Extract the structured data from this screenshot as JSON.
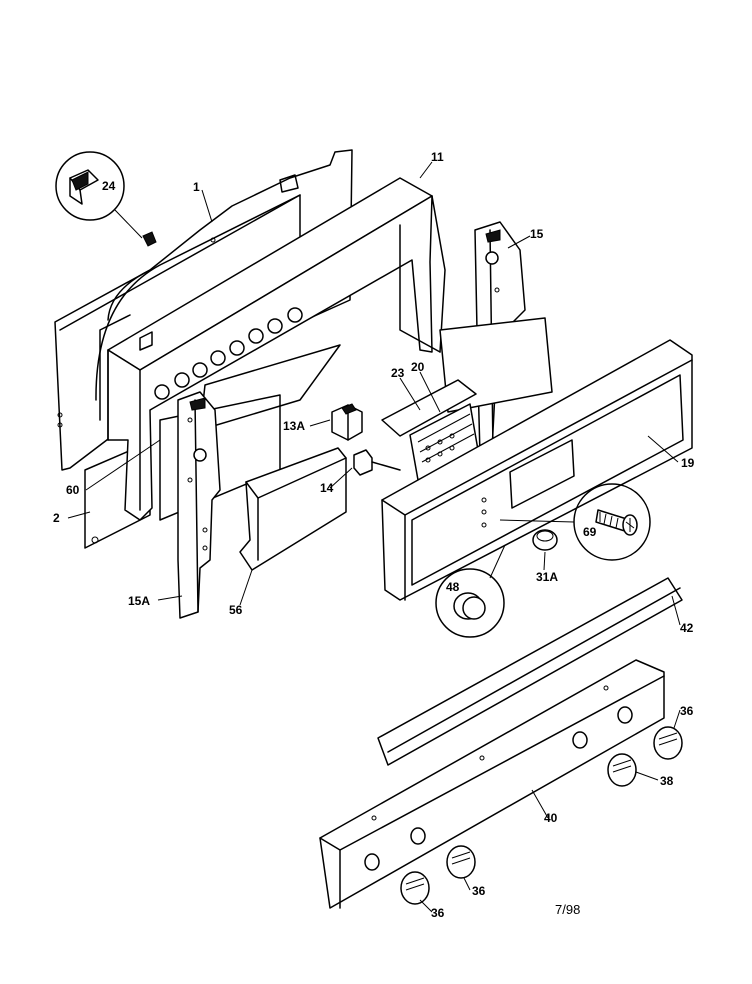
{
  "callouts": {
    "c1": "1",
    "c2": "2",
    "c11": "11",
    "c13A": "13A",
    "c14": "14",
    "c15": "15",
    "c15A": "15A",
    "c19": "19",
    "c20": "20",
    "c23": "23",
    "c24": "24",
    "c31A": "31A",
    "c36a": "36",
    "c36b": "36",
    "c36c": "36",
    "c38": "38",
    "c40": "40",
    "c42": "42",
    "c48": "48",
    "c56": "56",
    "c60": "60",
    "c69": "69"
  },
  "date_code": "7/98"
}
